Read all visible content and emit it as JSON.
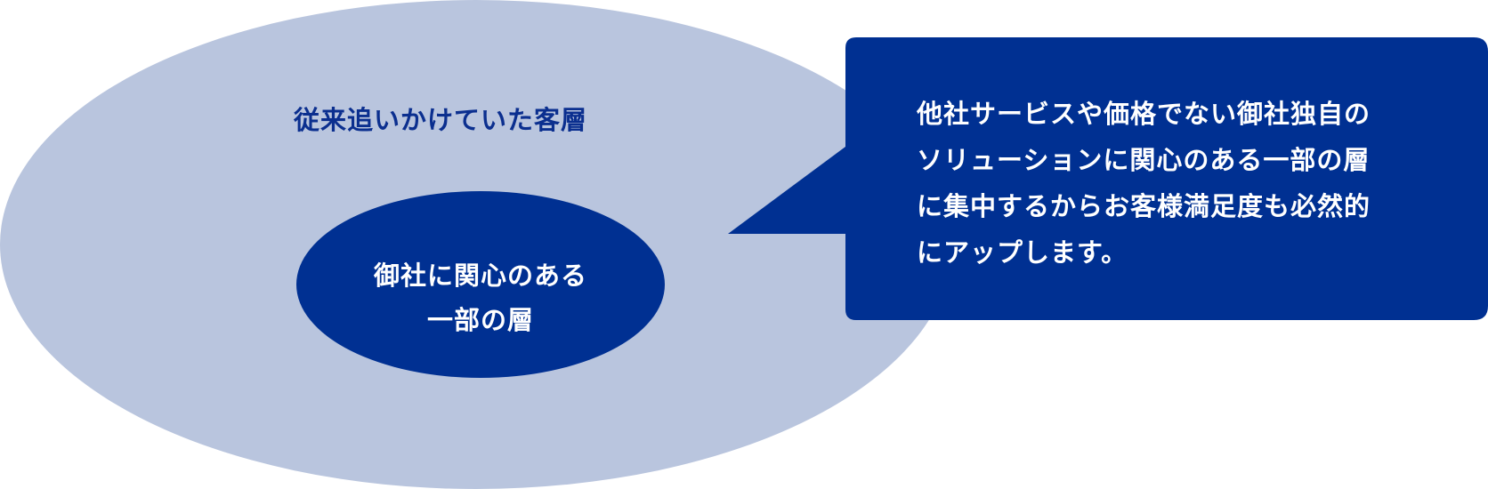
{
  "colors": {
    "outer_fill": "#b9c5de",
    "inner_fill": "#003092",
    "callout_fill": "#003092",
    "outer_text": "#0b2f8f",
    "inner_text": "#ffffff"
  },
  "diagram": {
    "outer_label": "従来追いかけていた客層",
    "inner_label_lines": [
      "御社に関心のある",
      "一部の層"
    ],
    "callout_lines": [
      "他社サービスや価格でない御社独自の",
      "ソリューションに関心のある一部の層",
      "に集中するからお客様満足度も必然的",
      "にアップします。"
    ]
  }
}
